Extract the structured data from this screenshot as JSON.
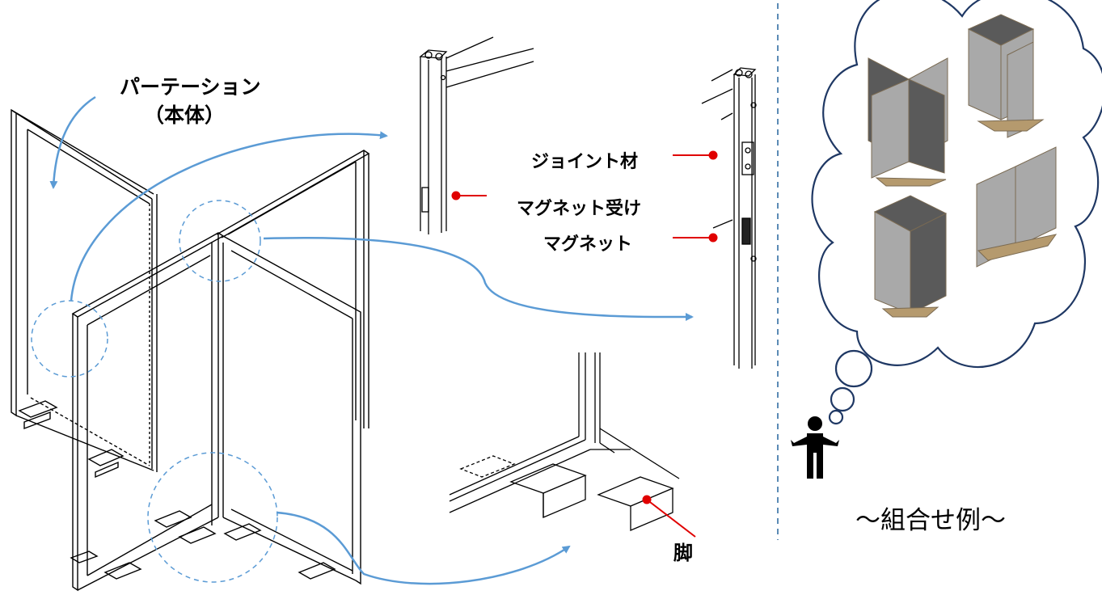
{
  "labels": {
    "partition_title": "パーテーション",
    "partition_sub": "（本体）",
    "joint_material": "ジョイント材",
    "magnet_receiver": "マグネット受け",
    "magnet": "マグネット",
    "leg": "脚",
    "combination_examples": "～組合せ例～"
  },
  "colors": {
    "arrow_blue": "#5b9bd5",
    "leader_red": "#e00000",
    "cloud_outline": "#1f3864",
    "dashed_divider": "#5b8bb5",
    "panel_fill": "#a9a9a9",
    "panel_dark": "#5a5a5a",
    "frame_wood": "#b59a6e",
    "line_art": "#000000"
  },
  "icons": [
    "person-shrugging-icon",
    "thought-cloud-icon"
  ]
}
